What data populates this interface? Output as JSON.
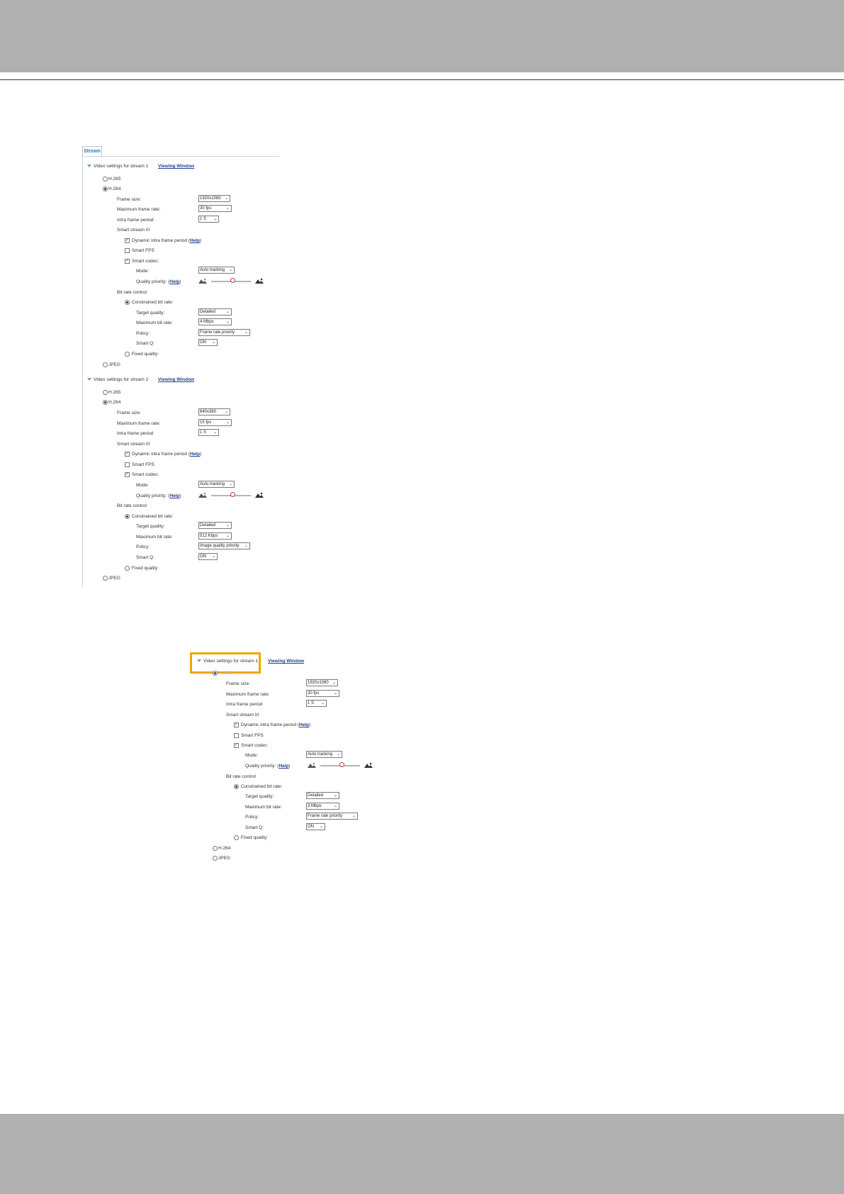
{
  "panel": {
    "tab": "Stream",
    "stream1": {
      "title": "Video settings for stream 1",
      "viewing_window": "Viewing Window",
      "codecs": {
        "h265": "H.265",
        "h264": "H.264",
        "jpeg": "JPEG"
      },
      "selected_codec": "H.264",
      "frame_size_label": "Frame size:",
      "frame_size": "1920x1080",
      "max_frame_rate_label": "Maximum frame rate:",
      "max_frame_rate": "30 fps",
      "intra_frame_label": "Intra frame period:",
      "intra_frame": "1 S",
      "smart_stream": "Smart stream III",
      "dynamic_intra": "Dynamic intra frame period (",
      "help": "Help",
      "help_close": ")",
      "smart_fps": "Smart FPS",
      "smart_codec": "Smart codec:",
      "mode_label": "Mode:",
      "mode": "Auto tracking",
      "quality_priority": "Quality priority: (",
      "quality_level": 0.55,
      "bit_rate_control": "Bit rate control",
      "constrained": "Constrained bit rate:",
      "target_quality_label": "Target quality:",
      "target_quality": "Detailed",
      "max_bit_rate_label": "Maximum bit rate:",
      "max_bit_rate": "4 Mbps",
      "policy_label": "Policy:",
      "policy": "Frame rate priority",
      "smart_q_label": "Smart Q:",
      "smart_q": "ON",
      "fixed_quality": "Fixed quality:"
    },
    "stream2": {
      "title": "Video settings for stream 2",
      "viewing_window": "Viewing Window",
      "codecs": {
        "h265": "H.265",
        "h264": "H.264",
        "jpeg": "JPEG"
      },
      "selected_codec": "H.264",
      "frame_size_label": "Frame size:",
      "frame_size": "640x360",
      "max_frame_rate_label": "Maximum frame rate:",
      "max_frame_rate": "15 fps",
      "intra_frame_label": "Intra frame period",
      "intra_frame": "1 S",
      "smart_stream": "Smart stream III",
      "dynamic_intra": "Dynamic intra frame period (",
      "help": "Help",
      "help_close": ")",
      "smart_fps": "Smart FPS",
      "smart_codec": "Smart codec:",
      "mode_label": "Mode:",
      "mode": "Auto tracking",
      "quality_priority": "Quality priority: (",
      "quality_level": 0.55,
      "bit_rate_control": "Bit rate control",
      "constrained": "Constrained bit rate:",
      "target_quality_label": "Target quality:",
      "target_quality": "Detailed",
      "max_bit_rate_label": "Maximum bit rate:",
      "max_bit_rate": "512 Kbps",
      "policy_label": "Policy:",
      "policy": "Image quality priority",
      "smart_q_label": "Smart Q:",
      "smart_q": "ON",
      "fixed_quality": "Fixed quality:"
    }
  },
  "detail": {
    "title": "Video settings for stream 1",
    "viewing_window": "Viewing Window",
    "h265": "H.265",
    "frame_size_label": "Frame size:",
    "frame_size": "1920x1080",
    "max_frame_rate_label": "Maximum frame rate:",
    "max_frame_rate": "30 fps",
    "intra_frame_label": "Intra frame period",
    "intra_frame": "1 S",
    "smart_stream": "Smart stream III",
    "dynamic_intra": "Dynamic intra frame period (",
    "help": "Help",
    "help_close": ")",
    "smart_fps": "Smart FPS",
    "smart_codec": "Smart codec:",
    "mode_label": "Mode:",
    "mode": "Auto tracking",
    "quality_priority": "Quality priority: (",
    "quality_level": 0.55,
    "bit_rate_control": "Bit rate control",
    "constrained": "Constrained bit rate:",
    "target_quality_label": "Target quality:",
    "target_quality": "Detailed",
    "max_bit_rate_label": "Maximum bit rate:",
    "max_bit_rate": "3 Mbps",
    "policy_label": "Policy:",
    "policy": "Frame rate priority",
    "smart_q_label": "Smart Q:",
    "smart_q": "ON",
    "fixed_quality": "Fixed quality:",
    "h264": "H.264",
    "jpeg": "JPEG"
  },
  "colors": {
    "band": "#b0b0b0",
    "link": "#1f3f8f",
    "tab_text": "#2a7ab0",
    "highlight": "#f0a500",
    "slider_thumb": "#c03a2b"
  }
}
